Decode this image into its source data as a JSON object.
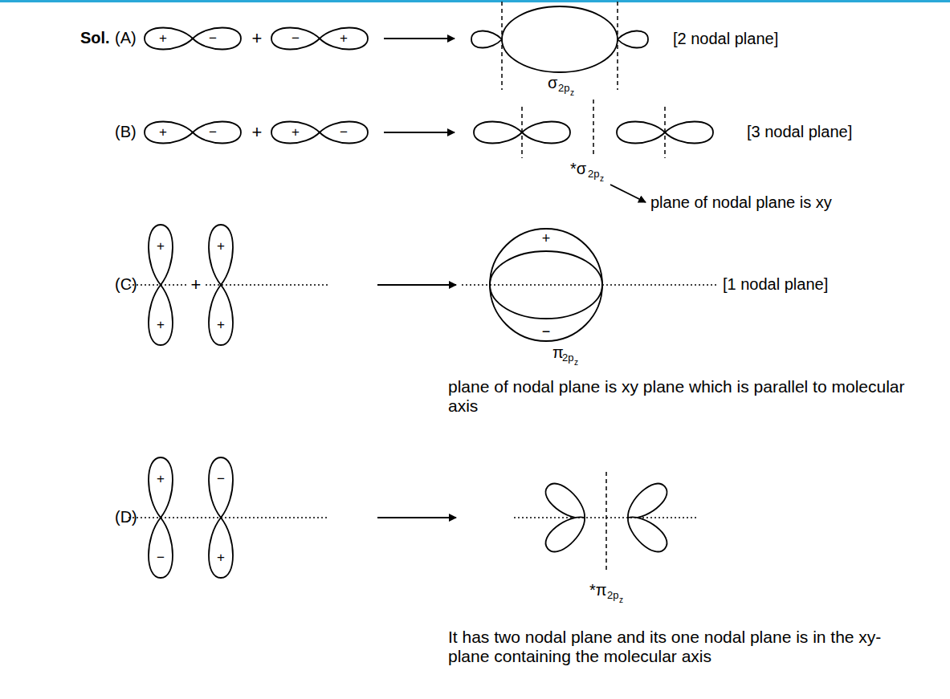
{
  "diagram": {
    "labels": [
      "Sol.",
      "(A)",
      "+",
      "−",
      "+",
      "−",
      "+",
      "[2 nodal plane]",
      "σ",
      "2p",
      "z",
      "(B)",
      "+",
      "−",
      "+",
      "+",
      "−",
      "[3 nodal plane]",
      "*σ",
      "2p",
      "z",
      "plane of nodal plane is xy",
      "(C)",
      "+",
      "+",
      "+",
      "+",
      "+",
      "+",
      "−",
      "[1 nodal plane]",
      "π",
      "2p",
      "z",
      "plane of nodal plane is xy plane which is parallel to molecular axis",
      "(D)",
      "+",
      "−",
      "−",
      "+",
      "*π",
      "2p",
      "z",
      "It has two nodal plane and its one nodal plane is in the xy-plane containing the molecular axis"
    ]
  }
}
